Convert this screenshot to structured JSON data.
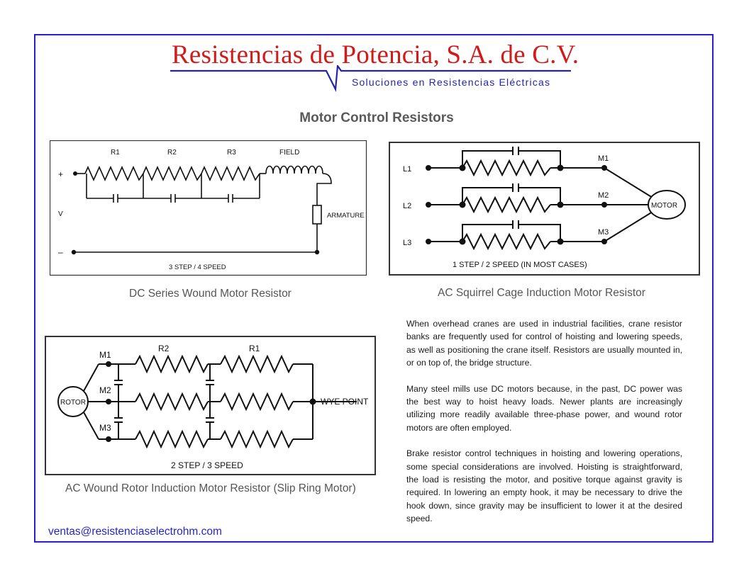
{
  "header": {
    "company": "Resistencias de Potencia, S.A. de C.V.",
    "tagline": "Soluciones en Resistencias Eléctricas"
  },
  "title": "Motor Control Resistors",
  "diagrams": {
    "dc_series": {
      "caption": "DC Series Wound Motor Resistor",
      "labels": {
        "r1": "R1",
        "r2": "R2",
        "r3": "R3",
        "field": "FIELD",
        "plus": "+",
        "v": "V",
        "minus": "–",
        "armature": "ARMATURE",
        "steps": "3 STEP / 4 SPEED"
      }
    },
    "squirrel_cage": {
      "caption": "AC Squirrel Cage Induction Motor Resistor",
      "labels": {
        "l1": "L1",
        "l2": "L2",
        "l3": "L3",
        "m1": "M1",
        "m2": "M2",
        "m3": "M3",
        "motor": "MOTOR",
        "steps": "1 STEP / 2 SPEED (IN MOST CASES)"
      }
    },
    "wound_rotor": {
      "caption": "AC Wound Rotor Induction Motor Resistor (Slip Ring Motor)",
      "labels": {
        "m1": "M1",
        "m2": "M2",
        "m3": "M3",
        "r2": "R2",
        "r1": "R1",
        "rotor": "ROTOR",
        "wye": "WYE POINT",
        "steps": "2 STEP / 3 SPEED"
      }
    }
  },
  "paragraphs": [
    "When overhead cranes are used in industrial facilities, crane resistor banks are frequently used for control of hoisting and lowering speeds, as well as positioning the crane itself. Resistors are usually mounted in, or on top of, the bridge structure.",
    "Many steel mills use DC motors because, in the past, DC power was the best way to hoist heavy loads. Newer plants are increasingly utilizing more readily available three-phase power, and wound rotor motors are often employed.",
    "Brake resistor control techniques in hoisting and lowering operations, some special considerations are involved. Hoisting is straightforward, the load is resisting the motor, and positive torque against gravity is required. In lowering an empty hook, it may be necessary to drive the hook down, since gravity may be insufficient to lower it at the desired speed."
  ],
  "contact": {
    "email": "ventas@resistenciaselectrohm.com"
  },
  "colors": {
    "frame": "#2a1fcf",
    "company": "#d11a1a",
    "tagline": "#2323b0",
    "email": "#2525c8"
  }
}
